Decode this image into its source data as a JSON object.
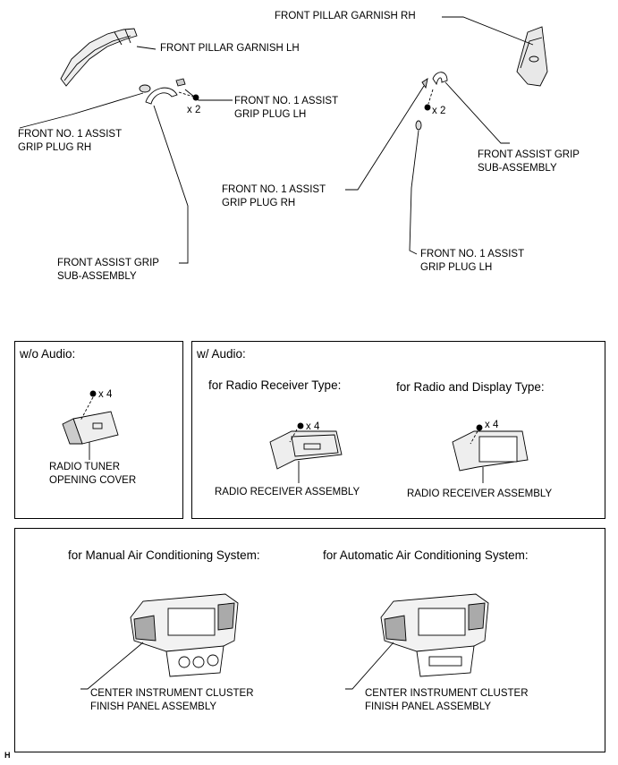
{
  "top": {
    "front_pillar_garnish_lh": "FRONT PILLAR GARNISH LH",
    "front_pillar_garnish_rh": "FRONT PILLAR GARNISH RH",
    "left": {
      "plug_lh": [
        "FRONT NO. 1 ASSIST",
        "GRIP PLUG LH"
      ],
      "plug_rh": [
        "FRONT NO. 1 ASSIST",
        "GRIP PLUG RH"
      ],
      "assist_grip": [
        "FRONT ASSIST GRIP",
        "SUB-ASSEMBLY"
      ],
      "qty": "x 2"
    },
    "right": {
      "plug_rh": [
        "FRONT NO. 1 ASSIST",
        "GRIP PLUG RH"
      ],
      "plug_lh": [
        "FRONT NO. 1 ASSIST",
        "GRIP PLUG LH"
      ],
      "assist_grip": [
        "FRONT ASSIST GRIP",
        "SUB-ASSEMBLY"
      ],
      "qty": "x 2"
    }
  },
  "wo_audio": {
    "heading": "w/o Audio:",
    "qty": "x 4",
    "part": [
      "RADIO TUNER",
      "OPENING COVER"
    ]
  },
  "w_audio": {
    "heading": "w/ Audio:",
    "receiver_type": {
      "heading": "for Radio Receiver Type:",
      "qty": "x 4",
      "part": "RADIO RECEIVER ASSEMBLY"
    },
    "display_type": {
      "heading": "for Radio and Display Type:",
      "qty": "x 4",
      "part": "RADIO RECEIVER ASSEMBLY"
    }
  },
  "climate": {
    "manual": {
      "heading": "for Manual Air Conditioning System:",
      "part": [
        "CENTER INSTRUMENT CLUSTER",
        "FINISH PANEL ASSEMBLY"
      ]
    },
    "automatic": {
      "heading": "for Automatic Air Conditioning System:",
      "part": [
        "CENTER INSTRUMENT CLUSTER",
        "FINISH PANEL ASSEMBLY"
      ]
    }
  },
  "corner_mark": "H"
}
